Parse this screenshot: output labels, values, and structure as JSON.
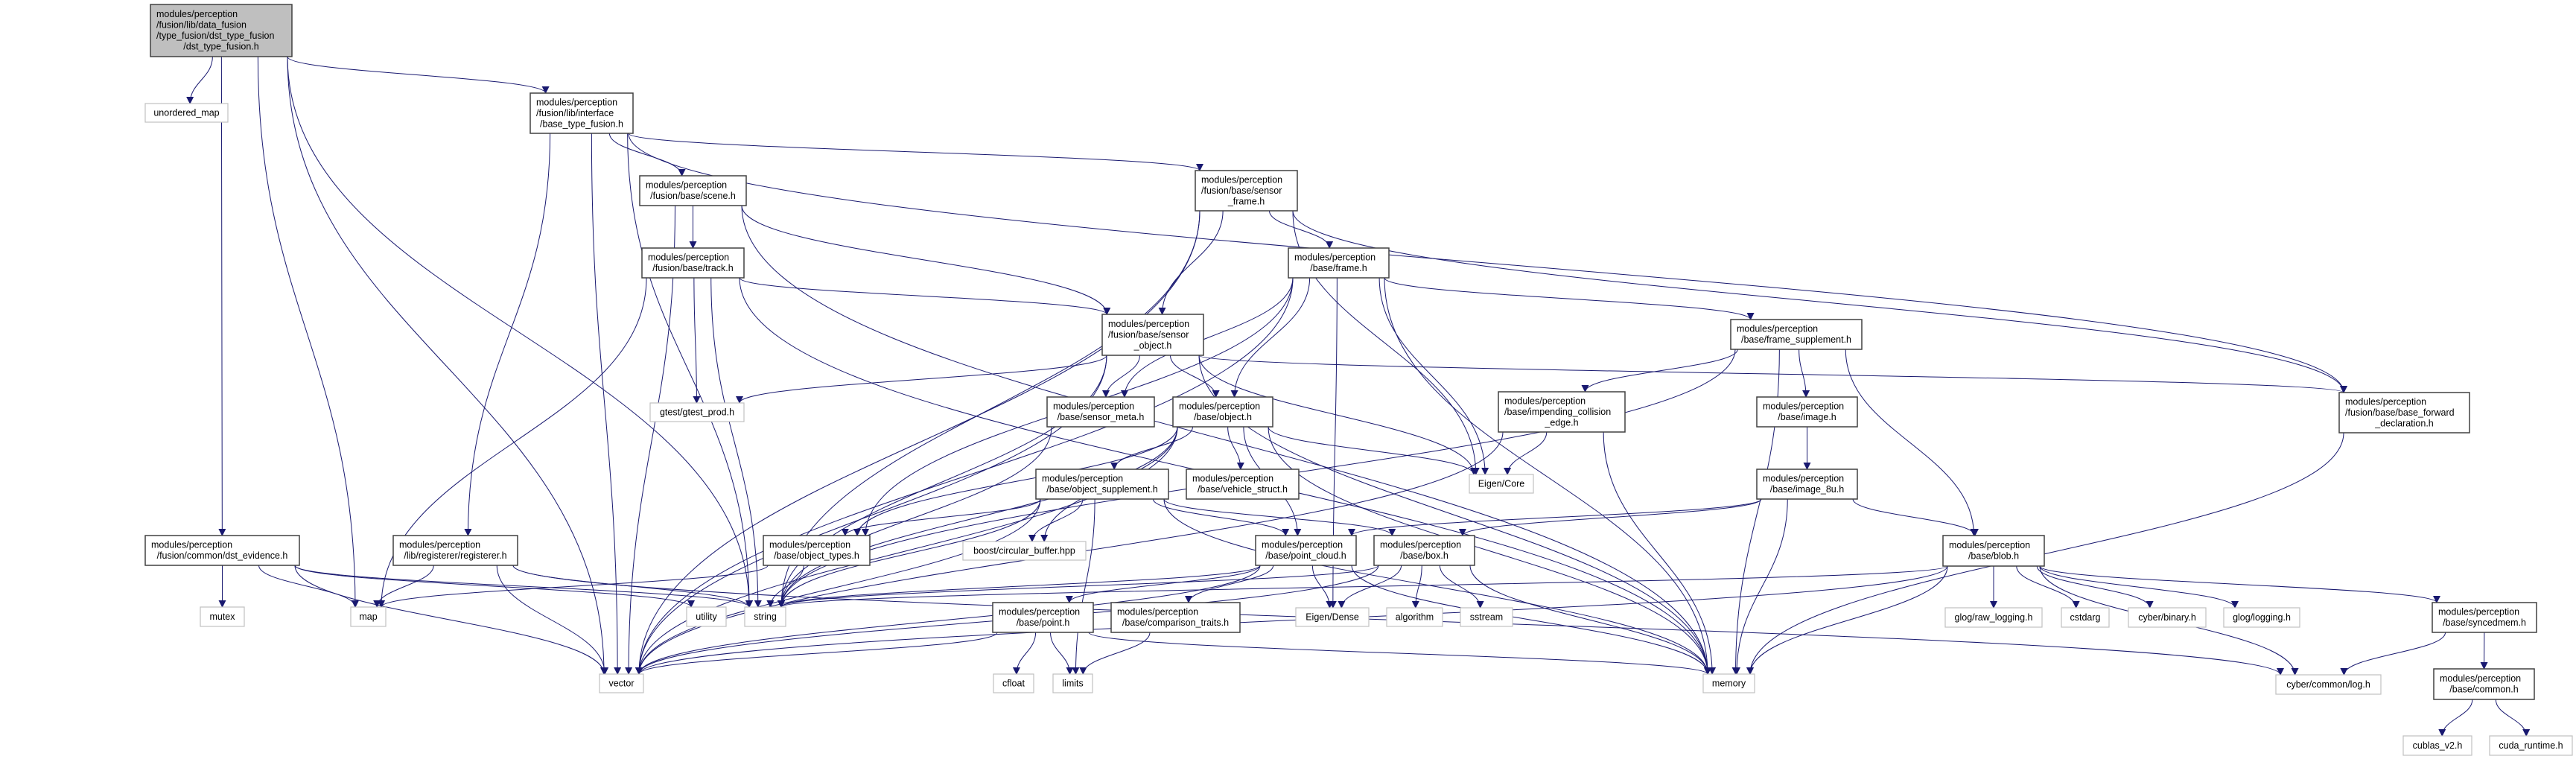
{
  "diagram": {
    "type": "include-dependency-graph",
    "colors": {
      "edge": "#191970",
      "root_fill": "#bfbfbf",
      "internal_border": "#404040",
      "external_border": "#c0c0c0",
      "background": "#ffffff"
    },
    "nodes": [
      {
        "id": "root",
        "kind": "root",
        "lines": [
          "modules/perception",
          "/fusion/lib/data_fusion",
          "/type_fusion/dst_type_fusion",
          "/dst_type_fusion.h"
        ]
      },
      {
        "id": "unordered_map",
        "kind": "external",
        "lines": [
          "unordered_map"
        ]
      },
      {
        "id": "base_type_fusion",
        "kind": "internal",
        "lines": [
          "modules/perception",
          "/fusion/lib/interface",
          "/base_type_fusion.h"
        ]
      },
      {
        "id": "scene",
        "kind": "internal",
        "lines": [
          "modules/perception",
          "/fusion/base/scene.h"
        ]
      },
      {
        "id": "track",
        "kind": "internal",
        "lines": [
          "modules/perception",
          "/fusion/base/track.h"
        ]
      },
      {
        "id": "sensor_frame",
        "kind": "internal",
        "lines": [
          "modules/perception",
          "/fusion/base/sensor",
          "_frame.h"
        ]
      },
      {
        "id": "frame",
        "kind": "internal",
        "lines": [
          "modules/perception",
          "/base/frame.h"
        ]
      },
      {
        "id": "sensor_object",
        "kind": "internal",
        "lines": [
          "modules/perception",
          "/fusion/base/sensor",
          "_object.h"
        ]
      },
      {
        "id": "gtest_prod",
        "kind": "external",
        "lines": [
          "gtest/gtest_prod.h"
        ]
      },
      {
        "id": "sensor_meta",
        "kind": "internal",
        "lines": [
          "modules/perception",
          "/base/sensor_meta.h"
        ]
      },
      {
        "id": "object",
        "kind": "internal",
        "lines": [
          "modules/perception",
          "/base/object.h"
        ]
      },
      {
        "id": "object_supplement",
        "kind": "internal",
        "lines": [
          "modules/perception",
          "/base/object_supplement.h"
        ]
      },
      {
        "id": "vehicle_struct",
        "kind": "internal",
        "lines": [
          "modules/perception",
          "/base/vehicle_struct.h"
        ]
      },
      {
        "id": "object_types",
        "kind": "internal",
        "lines": [
          "modules/perception",
          "/base/object_types.h"
        ]
      },
      {
        "id": "circular_buffer",
        "kind": "external",
        "lines": [
          "boost/circular_buffer.hpp"
        ]
      },
      {
        "id": "point_cloud",
        "kind": "internal",
        "lines": [
          "modules/perception",
          "/base/point_cloud.h"
        ]
      },
      {
        "id": "box",
        "kind": "internal",
        "lines": [
          "modules/perception",
          "/base/box.h"
        ]
      },
      {
        "id": "point",
        "kind": "internal",
        "lines": [
          "modules/perception",
          "/base/point.h"
        ]
      },
      {
        "id": "comparison_traits",
        "kind": "internal",
        "lines": [
          "modules/perception",
          "/base/comparison_traits.h"
        ]
      },
      {
        "id": "frame_supplement",
        "kind": "internal",
        "lines": [
          "modules/perception",
          "/base/frame_supplement.h"
        ]
      },
      {
        "id": "impending_collision_edge",
        "kind": "internal",
        "lines": [
          "modules/perception",
          "/base/impending_collision",
          "_edge.h"
        ]
      },
      {
        "id": "image",
        "kind": "internal",
        "lines": [
          "modules/perception",
          "/base/image.h"
        ]
      },
      {
        "id": "image_8u",
        "kind": "internal",
        "lines": [
          "modules/perception",
          "/base/image_8u.h"
        ]
      },
      {
        "id": "base_forward_declaration",
        "kind": "internal",
        "lines": [
          "modules/perception",
          "/fusion/base/base_forward",
          "_declaration.h"
        ]
      },
      {
        "id": "blob",
        "kind": "internal",
        "lines": [
          "modules/perception",
          "/base/blob.h"
        ]
      },
      {
        "id": "syncedmem",
        "kind": "internal",
        "lines": [
          "modules/perception",
          "/base/syncedmem.h"
        ]
      },
      {
        "id": "common",
        "kind": "internal",
        "lines": [
          "modules/perception",
          "/base/common.h"
        ]
      },
      {
        "id": "dst_evidence",
        "kind": "internal",
        "lines": [
          "modules/perception",
          "/fusion/common/dst_evidence.h"
        ]
      },
      {
        "id": "registerer",
        "kind": "internal",
        "lines": [
          "modules/perception",
          "/lib/registerer/registerer.h"
        ]
      },
      {
        "id": "mutex",
        "kind": "external",
        "lines": [
          "mutex"
        ]
      },
      {
        "id": "map",
        "kind": "external",
        "lines": [
          "map"
        ]
      },
      {
        "id": "vector",
        "kind": "external",
        "lines": [
          "vector"
        ]
      },
      {
        "id": "utility",
        "kind": "external",
        "lines": [
          "utility"
        ]
      },
      {
        "id": "string",
        "kind": "external",
        "lines": [
          "string"
        ]
      },
      {
        "id": "cfloat",
        "kind": "external",
        "lines": [
          "cfloat"
        ]
      },
      {
        "id": "limits",
        "kind": "external",
        "lines": [
          "limits"
        ]
      },
      {
        "id": "eigen_dense",
        "kind": "external",
        "lines": [
          "Eigen/Dense"
        ]
      },
      {
        "id": "algorithm",
        "kind": "external",
        "lines": [
          "algorithm"
        ]
      },
      {
        "id": "sstream",
        "kind": "external",
        "lines": [
          "sstream"
        ]
      },
      {
        "id": "eigen_core",
        "kind": "external",
        "lines": [
          "Eigen/Core"
        ]
      },
      {
        "id": "memory",
        "kind": "external",
        "lines": [
          "memory"
        ]
      },
      {
        "id": "glog_raw_logging",
        "kind": "external",
        "lines": [
          "glog/raw_logging.h"
        ]
      },
      {
        "id": "cstdarg",
        "kind": "external",
        "lines": [
          "cstdarg"
        ]
      },
      {
        "id": "cyber_binary",
        "kind": "external",
        "lines": [
          "cyber/binary.h"
        ]
      },
      {
        "id": "glog_logging",
        "kind": "external",
        "lines": [
          "glog/logging.h"
        ]
      },
      {
        "id": "cyber_log",
        "kind": "external",
        "lines": [
          "cyber/common/log.h"
        ]
      },
      {
        "id": "cublas",
        "kind": "external",
        "lines": [
          "cublas_v2.h"
        ]
      },
      {
        "id": "cuda_runtime",
        "kind": "external",
        "lines": [
          "cuda_runtime.h"
        ]
      }
    ],
    "edges": [
      [
        "root",
        "vector"
      ],
      [
        "root",
        "map"
      ],
      [
        "root",
        "unordered_map"
      ],
      [
        "root",
        "dst_evidence"
      ],
      [
        "root",
        "string"
      ],
      [
        "root",
        "base_type_fusion"
      ],
      [
        "base_type_fusion",
        "scene"
      ],
      [
        "base_type_fusion",
        "sensor_frame"
      ],
      [
        "base_type_fusion",
        "base_forward_declaration"
      ],
      [
        "base_type_fusion",
        "registerer"
      ],
      [
        "base_type_fusion",
        "string"
      ],
      [
        "base_type_fusion",
        "vector"
      ],
      [
        "scene",
        "track"
      ],
      [
        "scene",
        "sensor_object"
      ],
      [
        "scene",
        "memory"
      ],
      [
        "scene",
        "vector"
      ],
      [
        "track",
        "gtest_prod"
      ],
      [
        "track",
        "string"
      ],
      [
        "track",
        "map"
      ],
      [
        "track",
        "sensor_object"
      ],
      [
        "track",
        "memory"
      ],
      [
        "sensor_frame",
        "frame"
      ],
      [
        "sensor_frame",
        "sensor_object"
      ],
      [
        "sensor_frame",
        "base_forward_declaration"
      ],
      [
        "sensor_frame",
        "eigen_core"
      ],
      [
        "sensor_frame",
        "string"
      ],
      [
        "sensor_frame",
        "vector"
      ],
      [
        "frame",
        "object"
      ],
      [
        "frame",
        "sensor_meta"
      ],
      [
        "frame",
        "frame_supplement"
      ],
      [
        "frame",
        "object_types"
      ],
      [
        "frame",
        "eigen_core"
      ],
      [
        "frame",
        "memory"
      ],
      [
        "frame",
        "vector"
      ],
      [
        "frame",
        "eigen_dense"
      ],
      [
        "sensor_object",
        "sensor_meta"
      ],
      [
        "sensor_object",
        "object"
      ],
      [
        "sensor_object",
        "base_forward_declaration"
      ],
      [
        "sensor_object",
        "eigen_core"
      ],
      [
        "sensor_object",
        "string"
      ],
      [
        "sensor_object",
        "memory"
      ],
      [
        "sensor_object",
        "gtest_prod"
      ],
      [
        "sensor_object",
        "vector"
      ],
      [
        "object",
        "object_supplement"
      ],
      [
        "object",
        "vehicle_struct"
      ],
      [
        "object",
        "point_cloud"
      ],
      [
        "object",
        "object_types"
      ],
      [
        "object",
        "circular_buffer"
      ],
      [
        "object",
        "eigen_core"
      ],
      [
        "object",
        "string"
      ],
      [
        "object",
        "memory"
      ],
      [
        "object",
        "vector"
      ],
      [
        "object_supplement",
        "object_types"
      ],
      [
        "object_supplement",
        "circular_buffer"
      ],
      [
        "object_supplement",
        "point_cloud"
      ],
      [
        "object_supplement",
        "box"
      ],
      [
        "object_supplement",
        "string"
      ],
      [
        "object_supplement",
        "vector"
      ],
      [
        "object_supplement",
        "limits"
      ],
      [
        "object_supplement",
        "memory"
      ],
      [
        "object_types",
        "string"
      ],
      [
        "object_types",
        "map"
      ],
      [
        "sensor_meta",
        "string"
      ],
      [
        "point_cloud",
        "point"
      ],
      [
        "point_cloud",
        "comparison_traits"
      ],
      [
        "point_cloud",
        "eigen_dense"
      ],
      [
        "point_cloud",
        "string"
      ],
      [
        "point_cloud",
        "vector"
      ],
      [
        "point_cloud",
        "memory"
      ],
      [
        "point",
        "cfloat"
      ],
      [
        "point",
        "limits"
      ],
      [
        "point",
        "vector"
      ],
      [
        "point",
        "memory"
      ],
      [
        "comparison_traits",
        "limits"
      ],
      [
        "box",
        "algorithm"
      ],
      [
        "box",
        "sstream"
      ],
      [
        "box",
        "eigen_dense"
      ],
      [
        "box",
        "string"
      ],
      [
        "box",
        "vector"
      ],
      [
        "box",
        "memory"
      ],
      [
        "frame_supplement",
        "impending_collision_edge"
      ],
      [
        "frame_supplement",
        "image"
      ],
      [
        "frame_supplement",
        "blob"
      ],
      [
        "frame_supplement",
        "memory"
      ],
      [
        "frame_supplement",
        "string"
      ],
      [
        "impending_collision_edge",
        "eigen_core"
      ],
      [
        "impending_collision_edge",
        "memory"
      ],
      [
        "impending_collision_edge",
        "vector"
      ],
      [
        "image",
        "image_8u"
      ],
      [
        "image_8u",
        "blob"
      ],
      [
        "image_8u",
        "memory"
      ],
      [
        "image_8u",
        "box"
      ],
      [
        "image_8u",
        "point_cloud"
      ],
      [
        "blob",
        "glog_raw_logging"
      ],
      [
        "blob",
        "cstdarg"
      ],
      [
        "blob",
        "cyber_binary"
      ],
      [
        "blob",
        "glog_logging"
      ],
      [
        "blob",
        "syncedmem"
      ],
      [
        "blob",
        "cyber_log"
      ],
      [
        "blob",
        "memory"
      ],
      [
        "blob",
        "vector"
      ],
      [
        "blob",
        "string"
      ],
      [
        "syncedmem",
        "cyber_log"
      ],
      [
        "syncedmem",
        "common"
      ],
      [
        "common",
        "cublas"
      ],
      [
        "common",
        "cuda_runtime"
      ],
      [
        "base_forward_declaration",
        "memory"
      ],
      [
        "dst_evidence",
        "mutex"
      ],
      [
        "dst_evidence",
        "map"
      ],
      [
        "dst_evidence",
        "vector"
      ],
      [
        "dst_evidence",
        "string"
      ],
      [
        "dst_evidence",
        "utility"
      ],
      [
        "registerer",
        "map"
      ],
      [
        "registerer",
        "vector"
      ],
      [
        "registerer",
        "string"
      ],
      [
        "registerer",
        "cyber_log"
      ]
    ]
  }
}
